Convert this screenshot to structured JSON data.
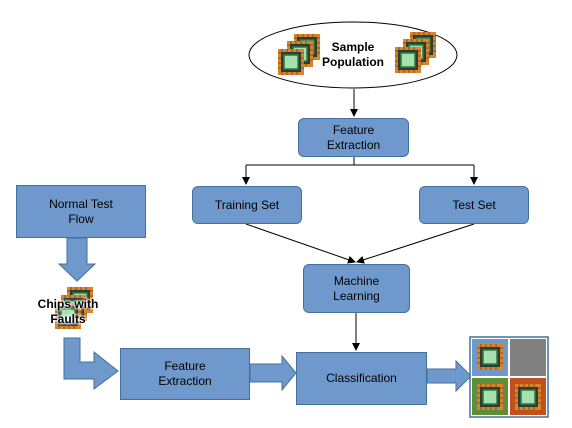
{
  "nodes": {
    "sample_population": "Sample\nPopulation",
    "feature_extraction_top": "Feature\nExtraction",
    "training_set": "Training Set",
    "test_set": "Test Set",
    "machine_learning": "Machine\nLearning",
    "normal_test_flow": "Normal  Test\nFlow",
    "chips_with_faults": "Chips with\nFaults",
    "feature_extraction_bottom": "Feature\nExtraction",
    "classification": "Classification"
  },
  "colors": {
    "box_fill": "#6f99cd",
    "box_border": "#41719c",
    "chip_green": "#2e7d3a",
    "chip_pin": "#d9842b",
    "grid_gray": "#808080",
    "grid_orange": "#c0501c"
  },
  "icons": {
    "chip": "microchip-icon"
  }
}
